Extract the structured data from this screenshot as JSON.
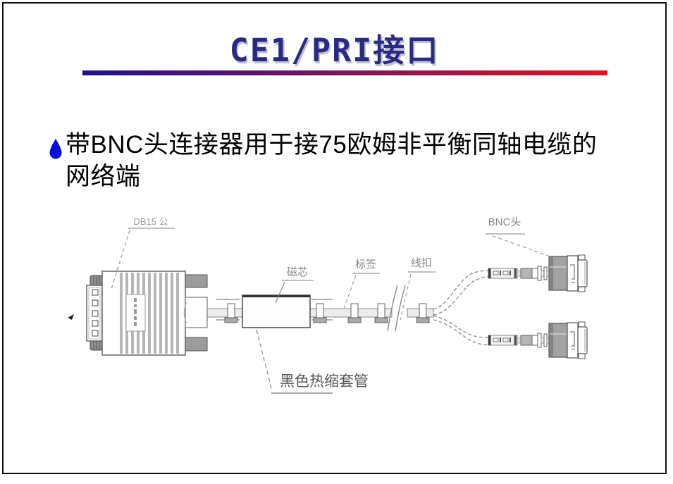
{
  "slide": {
    "title": "CE1/PRI接口",
    "bullet": {
      "lines": [
        "带BNC头连接器用于接75欧姆非平衡同轴电缆的",
        "网络端"
      ]
    }
  },
  "colors": {
    "title_navy": "#2a2a84",
    "rule_left": "#1e128e",
    "rule_right": "#dd1522",
    "bullet_blue": "#0010d8",
    "label_gray": "#8a8a8a"
  },
  "diagram": {
    "labels": {
      "db15": "DB15 公",
      "ferrite": "磁芯",
      "tag": "标签",
      "tie": "线扣",
      "bnc": "BNC头",
      "tubing": "黑色热缩套管"
    }
  }
}
